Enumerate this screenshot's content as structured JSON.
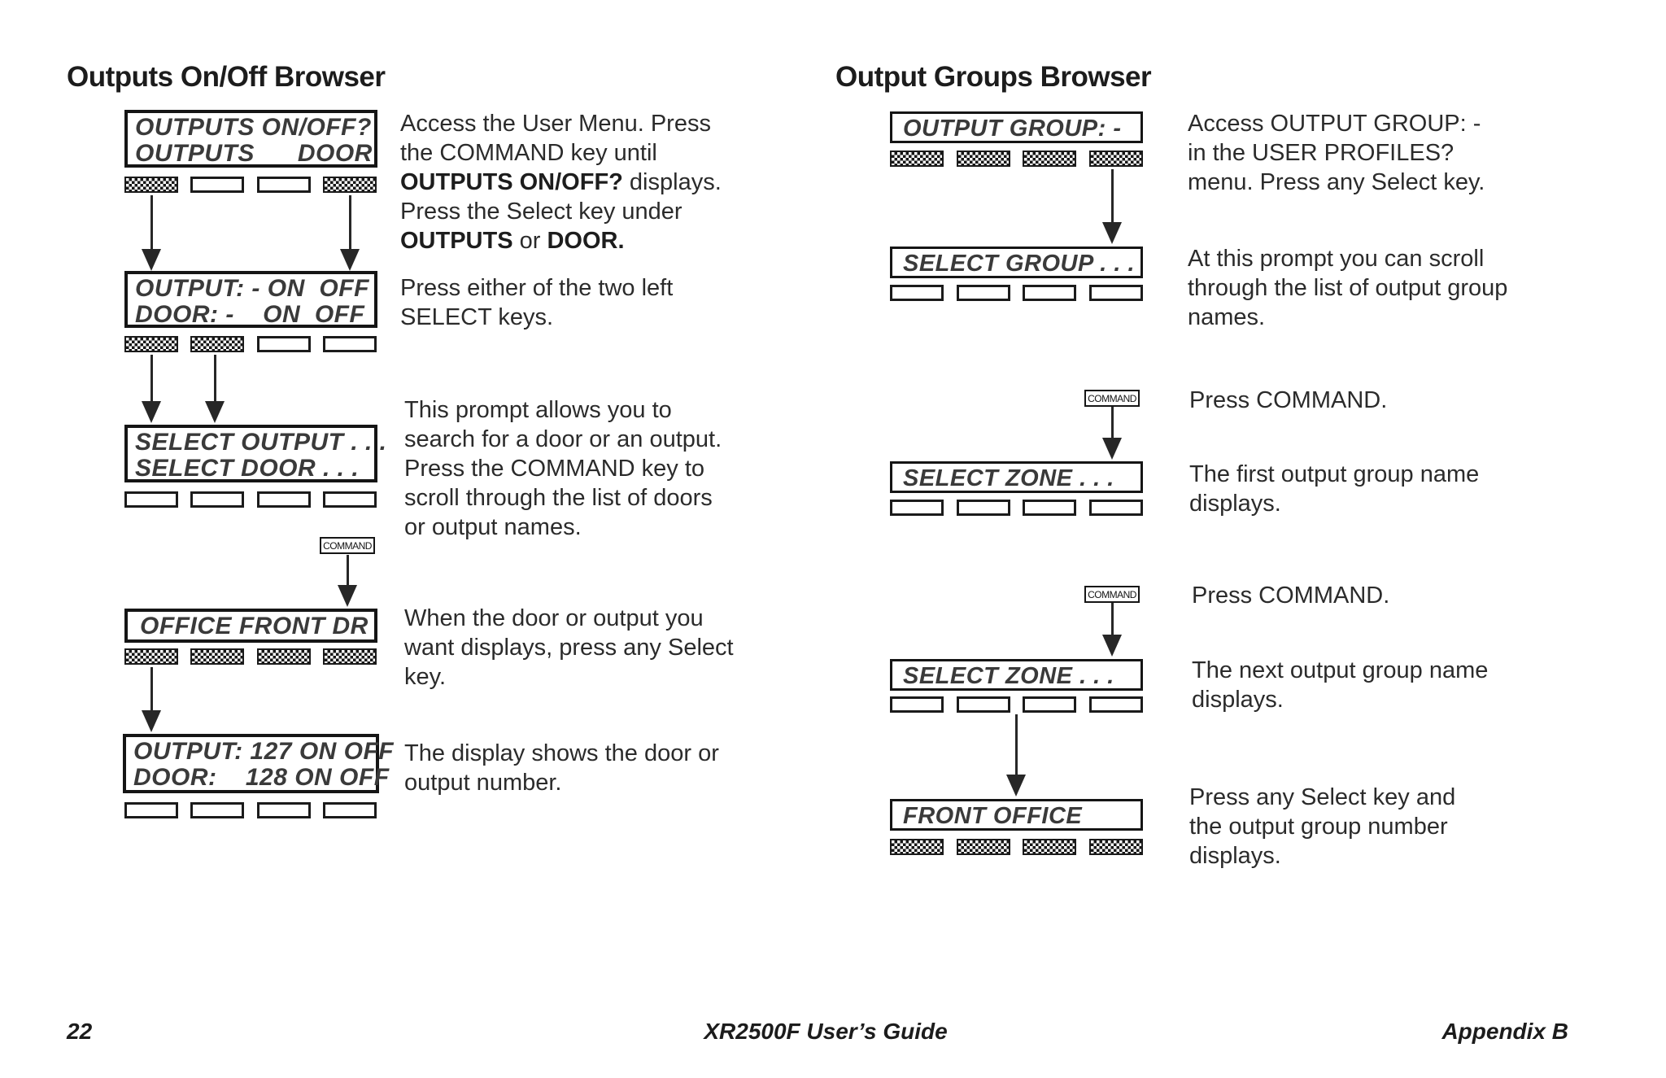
{
  "command_key_label": "COMMAND",
  "left": {
    "heading": "Outputs On/Off Browser",
    "display1": [
      "OUTPUTS ON/OFF?",
      "OUTPUTS      DOOR"
    ],
    "keys1": [
      "hatched",
      "plain",
      "plain",
      "hatched"
    ],
    "display2": [
      "OUTPUT: - ON  OFF",
      "DOOR: -    ON  OFF"
    ],
    "keys2": [
      "hatched",
      "hatched",
      "plain",
      "plain"
    ],
    "display3": [
      "SELECT OUTPUT . . .",
      "SELECT DOOR . . ."
    ],
    "keys3": [
      "plain",
      "plain",
      "plain",
      "plain"
    ],
    "display4": [
      "OFFICE FRONT DR"
    ],
    "keys4": [
      "hatched",
      "hatched",
      "hatched",
      "hatched"
    ],
    "display5": [
      "OUTPUT: 127 ON OFF",
      "DOOR:    128 ON OFF"
    ],
    "keys5": [
      "plain",
      "plain",
      "plain",
      "plain"
    ],
    "para1": [
      [
        {
          "t": "Access the User Menu. Press"
        }
      ],
      [
        {
          "t": "the COMMAND key until"
        }
      ],
      [
        {
          "t": "OUTPUTS ON/OFF?",
          "b": true
        },
        {
          "t": " displays."
        }
      ],
      [
        {
          "t": "Press the Select key under"
        }
      ],
      [
        {
          "t": "OUTPUTS",
          "b": true
        },
        {
          "t": " or "
        },
        {
          "t": "DOOR.",
          "b": true
        }
      ]
    ],
    "para2": [
      [
        {
          "t": "Press either of the two left"
        }
      ],
      [
        {
          "t": "SELECT keys."
        }
      ]
    ],
    "para3": [
      [
        {
          "t": "This prompt allows you to"
        }
      ],
      [
        {
          "t": "search for a door or an output."
        }
      ],
      [
        {
          "t": "Press the COMMAND key to"
        }
      ],
      [
        {
          "t": "scroll through the list of doors"
        }
      ],
      [
        {
          "t": "or output names."
        }
      ]
    ],
    "para4": [
      [
        {
          "t": "When the door or output you"
        }
      ],
      [
        {
          "t": "want displays, press any Select"
        }
      ],
      [
        {
          "t": "key."
        }
      ]
    ],
    "para5": [
      [
        {
          "t": "The display shows the door or"
        }
      ],
      [
        {
          "t": "output number."
        }
      ]
    ]
  },
  "right": {
    "heading": "Output Groups Browser",
    "display1": [
      "OUTPUT GROUP: -"
    ],
    "keys1": [
      "hatched",
      "hatched",
      "hatched",
      "hatched"
    ],
    "display2": [
      "SELECT GROUP . . ."
    ],
    "keys2": [
      "plain",
      "plain",
      "plain",
      "plain"
    ],
    "display3": [
      "SELECT ZONE . . ."
    ],
    "keys3": [
      "plain",
      "plain",
      "plain",
      "plain"
    ],
    "display4": [
      "SELECT ZONE . . ."
    ],
    "keys4": [
      "plain",
      "plain",
      "plain",
      "plain"
    ],
    "display5": [
      "FRONT OFFICE"
    ],
    "keys5": [
      "hatched",
      "hatched",
      "hatched",
      "hatched"
    ],
    "para1": [
      [
        {
          "t": "Access OUTPUT GROUP: -"
        }
      ],
      [
        {
          "t": "in the USER PROFILES?"
        }
      ],
      [
        {
          "t": "menu. Press any Select key."
        }
      ]
    ],
    "para2": [
      [
        {
          "t": "At this prompt you can scroll"
        }
      ],
      [
        {
          "t": "through the list of output group"
        }
      ],
      [
        {
          "t": "names."
        }
      ]
    ],
    "para3a": [
      [
        {
          "t": "Press COMMAND."
        }
      ]
    ],
    "para3b": [
      [
        {
          "t": "The first output group name"
        }
      ],
      [
        {
          "t": "displays."
        }
      ]
    ],
    "para4a": [
      [
        {
          "t": "Press COMMAND."
        }
      ]
    ],
    "para4b": [
      [
        {
          "t": "The next output group name"
        }
      ],
      [
        {
          "t": "displays."
        }
      ]
    ],
    "para5": [
      [
        {
          "t": "Press any Select key and"
        }
      ],
      [
        {
          "t": "the output group number"
        }
      ],
      [
        {
          "t": "displays."
        }
      ]
    ]
  },
  "footer": {
    "page_number": "22",
    "title": "XR2500F User’s Guide",
    "section": "Appendix B"
  }
}
